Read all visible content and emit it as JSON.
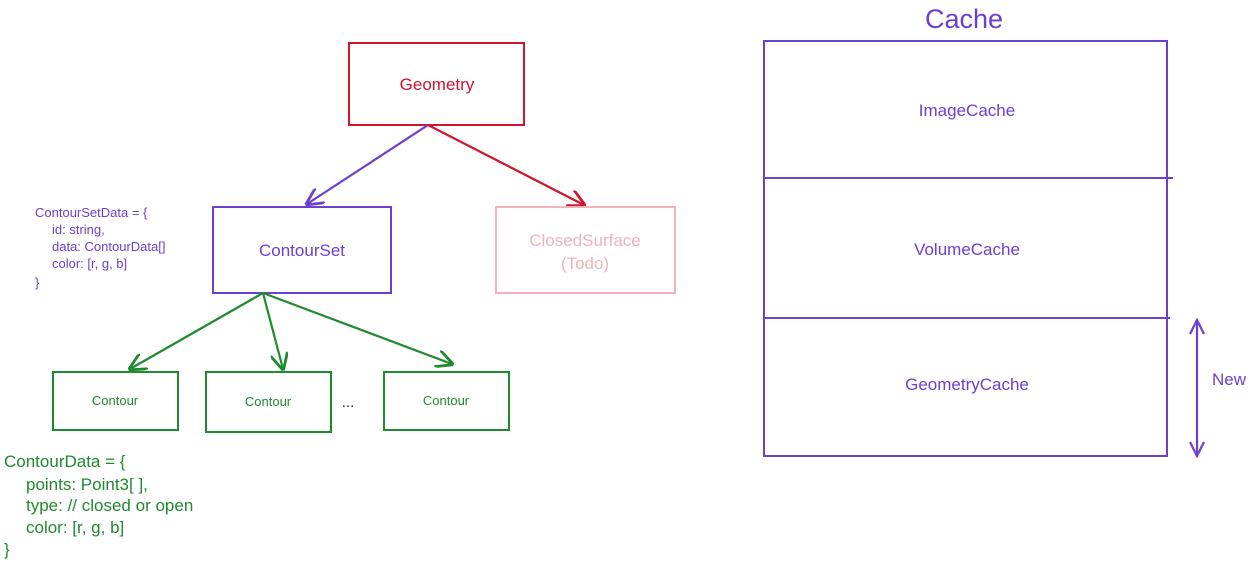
{
  "hierarchy": {
    "geometry_label": "Geometry",
    "contourset_label": "ContourSet",
    "closedsurface_label_line1": "ClosedSurface",
    "closedsurface_label_line2": "(Todo)",
    "contour_labels": [
      "Contour",
      "Contour",
      "Contour"
    ],
    "ellipsis": "..."
  },
  "contourset_data": {
    "lines": [
      "ContourSetData = {",
      "id: string,",
      "data: ContourData[]",
      "color: [r, g, b]",
      "}"
    ]
  },
  "contour_data": {
    "lines": [
      "ContourData = {",
      "points: Point3[ ],",
      "type: // closed or open",
      "color: [r, g, b]",
      "}"
    ]
  },
  "cache": {
    "title": "Cache",
    "sections": [
      "ImageCache",
      "VolumeCache",
      "GeometryCache"
    ],
    "new_label": "New"
  },
  "colors": {
    "red": "#d0142c",
    "purple": "#6c3fd0",
    "green": "#1f8a2e",
    "pink": "#f2b3b8"
  }
}
